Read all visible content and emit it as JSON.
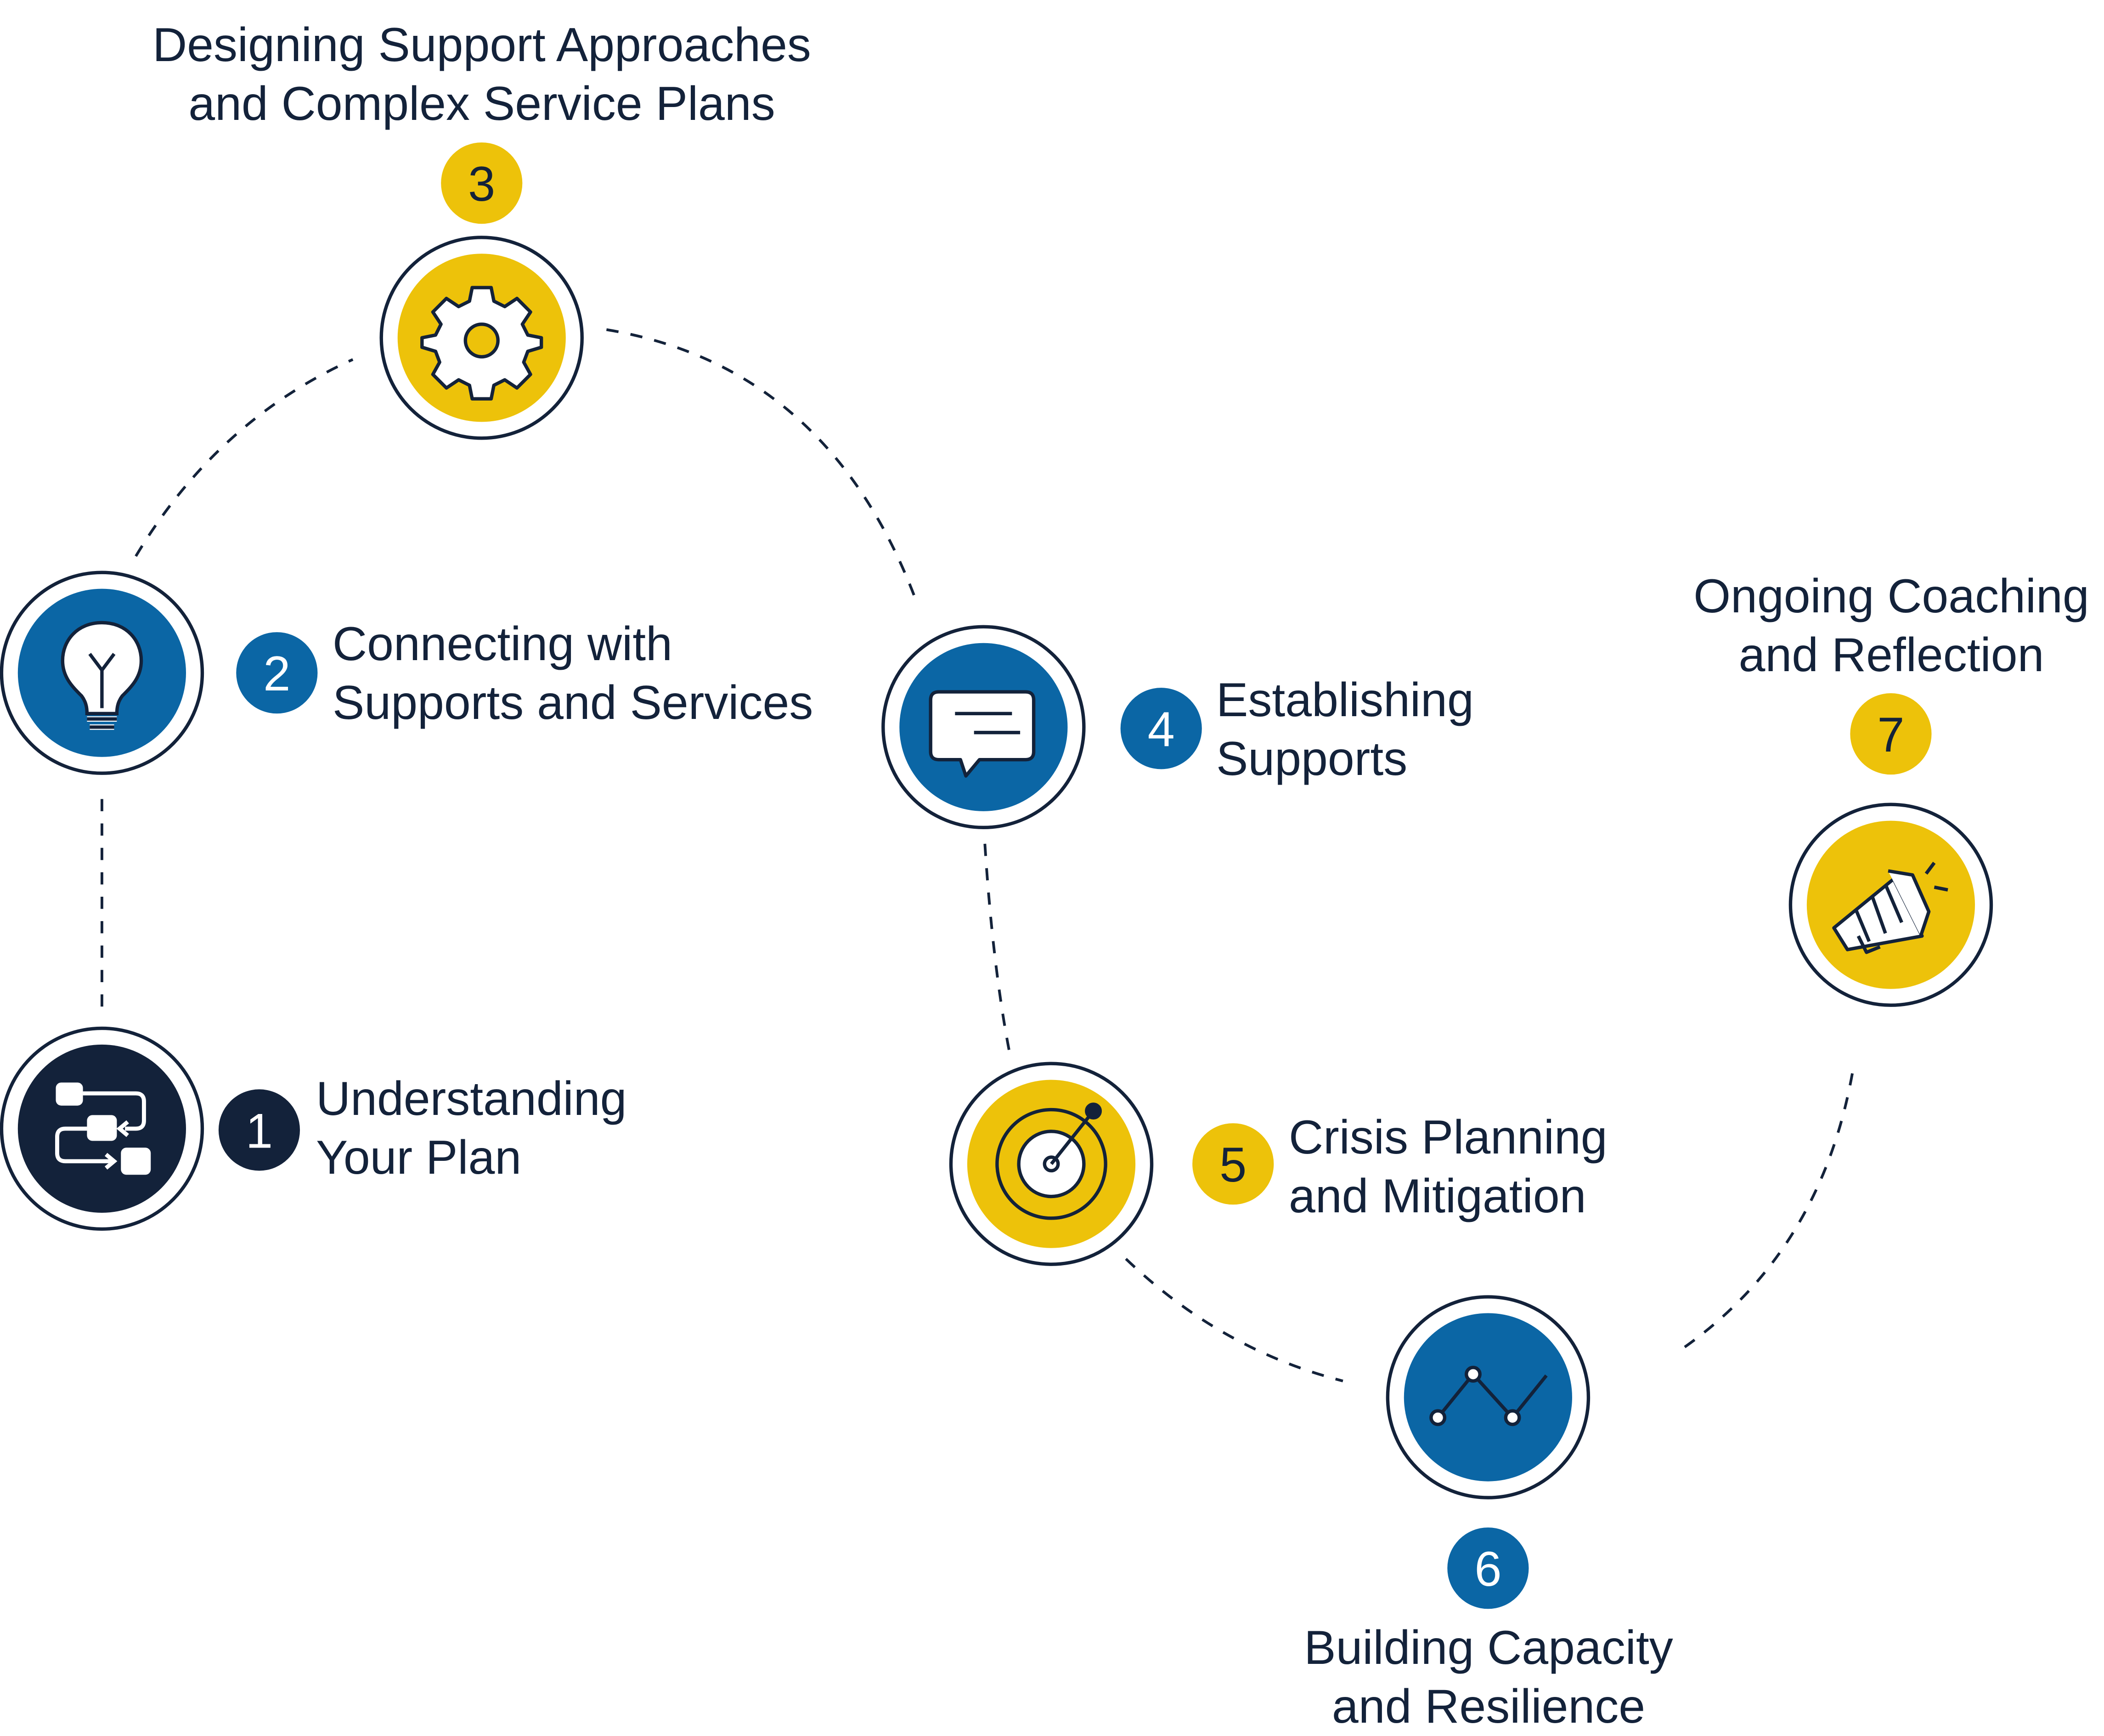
{
  "colors": {
    "navy": "#13223a",
    "blue": "#0b66a5",
    "yellow": "#edc20a",
    "white": "#ffffff"
  },
  "steps": [
    {
      "number": "1",
      "label_lines": [
        "Understanding",
        "Your Plan"
      ],
      "icon": "flowchart-icon",
      "fill": "navy",
      "badge": "navy"
    },
    {
      "number": "2",
      "label_lines": [
        "Connecting with",
        "Supports and Services"
      ],
      "icon": "lightbulb-icon",
      "fill": "blue",
      "badge": "blue"
    },
    {
      "number": "3",
      "label_lines": [
        "Designing Support Approaches",
        "and Complex Service Plans"
      ],
      "icon": "gear-icon",
      "fill": "yellow",
      "badge": "yellow"
    },
    {
      "number": "4",
      "label_lines": [
        "Establishing",
        "Supports"
      ],
      "icon": "chat-bubble-icon",
      "fill": "blue",
      "badge": "blue"
    },
    {
      "number": "5",
      "label_lines": [
        "Crisis Planning",
        "and Mitigation"
      ],
      "icon": "target-icon",
      "fill": "yellow",
      "badge": "yellow"
    },
    {
      "number": "6",
      "label_lines": [
        "Building Capacity",
        "and Resilience"
      ],
      "icon": "line-graph-icon",
      "fill": "blue",
      "badge": "blue"
    },
    {
      "number": "7",
      "label_lines": [
        "Ongoing Coaching",
        "and Reflection"
      ],
      "icon": "megaphone-icon",
      "fill": "yellow",
      "badge": "yellow"
    }
  ]
}
